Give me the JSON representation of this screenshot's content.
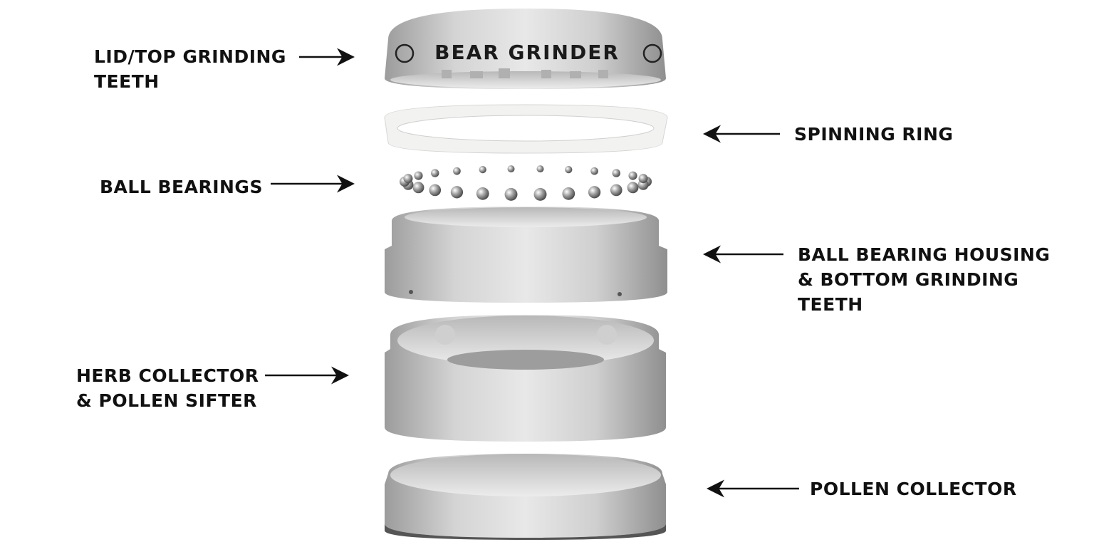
{
  "brand": {
    "logo_text": "BEAR GRINDER"
  },
  "labels": {
    "lid": [
      "LID/TOP GRINDING",
      "TEETH"
    ],
    "spinning_ring": [
      "SPINNING RING"
    ],
    "ball_bearings": [
      "BALL BEARINGS"
    ],
    "housing": [
      "BALL BEARING HOUSING",
      "& BOTTOM GRINDING",
      "TEETH"
    ],
    "herb_collector": [
      "HERB COLLECTOR",
      "& POLLEN SIFTER"
    ],
    "pollen_collector": [
      "POLLEN COLLECTOR"
    ]
  },
  "colors": {
    "text": "#111111",
    "metal_light": "#e4e4e4",
    "metal_dark": "#9a9a9a"
  }
}
